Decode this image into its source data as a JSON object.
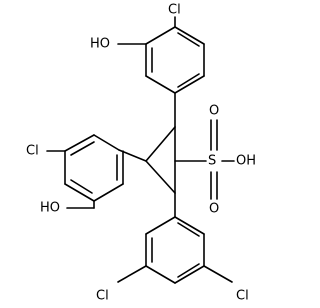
{
  "molecule": {
    "labels": {
      "cl_top": "Cl",
      "oh_top": "HO",
      "cl_left": "Cl",
      "oh_left": "HO",
      "so3h": "OH",
      "s": "S",
      "o_top": "O",
      "o_bottom": "O",
      "cl_bottom_left": "Cl",
      "cl_bottom_right": "Cl"
    }
  }
}
